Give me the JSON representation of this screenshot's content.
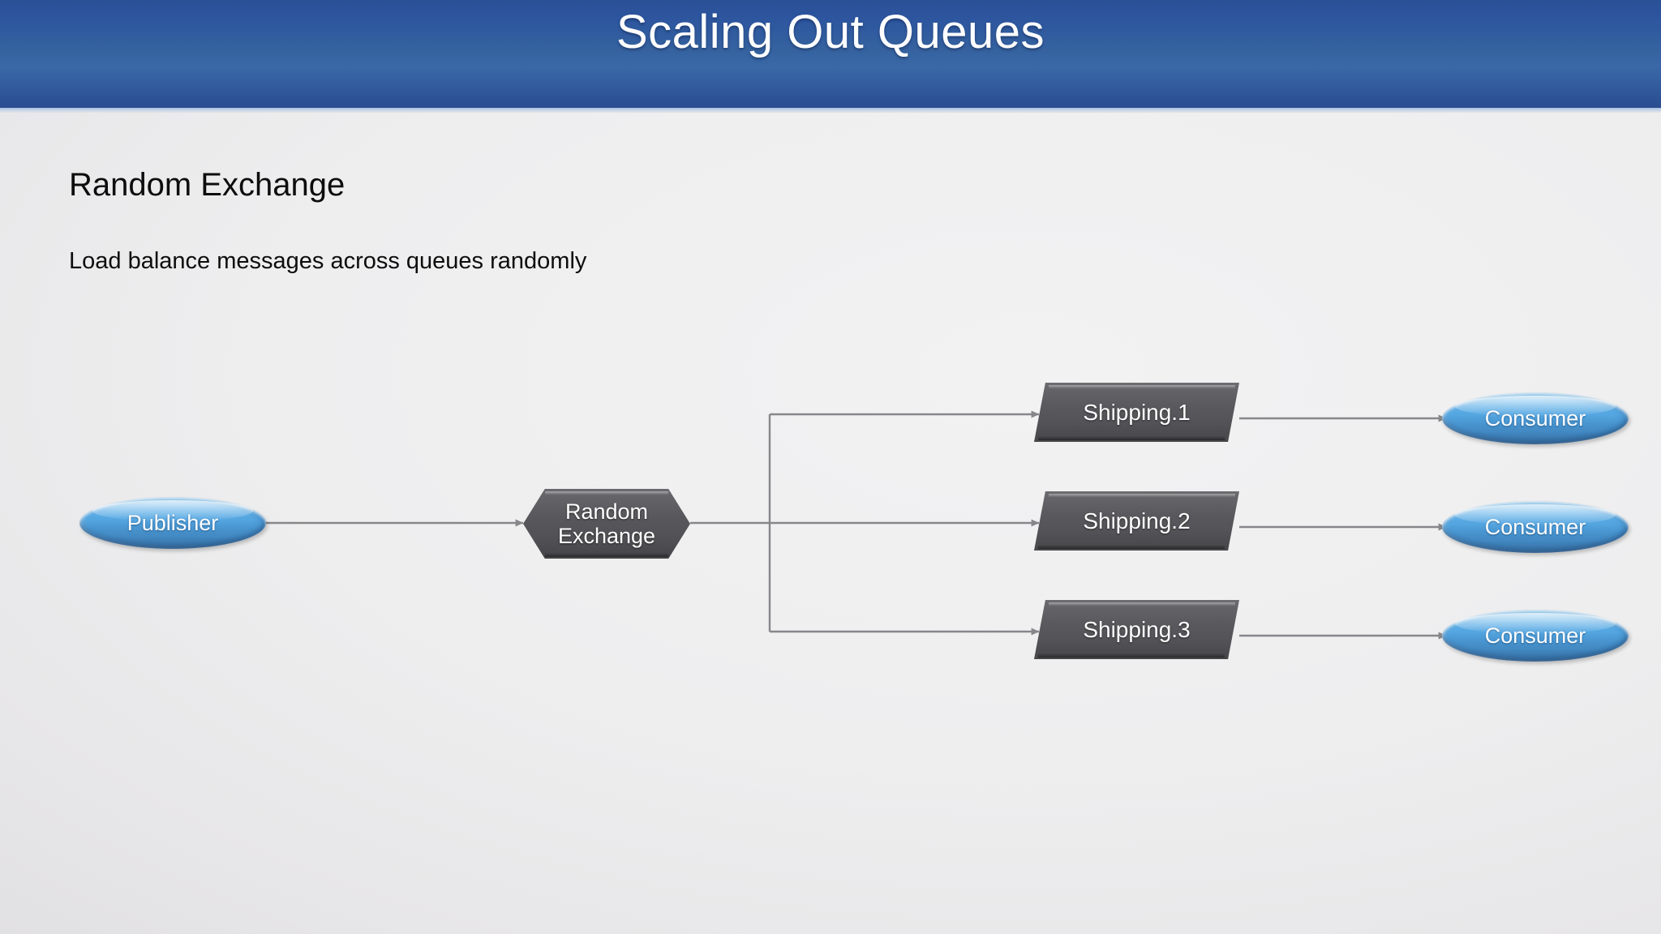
{
  "slide": {
    "title": "Scaling Out Queues",
    "heading": "Random Exchange",
    "subheading": "Load balance messages across queues randomly"
  },
  "colors": {
    "banner_blue": "#35629f",
    "banner_blue_dark": "#294d8f",
    "node_blue": "#55a7e2",
    "node_dark_gray": "#58585c",
    "connector_gray": "#7f7f83",
    "background_gray": "#e7e6e8",
    "text_dark": "#0d0d0d",
    "text_light": "#ffffff"
  },
  "diagram": {
    "publisher": {
      "label": "Publisher",
      "shape": "ellipse"
    },
    "exchange": {
      "label_line1": "Random",
      "label_line2": "Exchange",
      "shape": "hexagon"
    },
    "queues": [
      {
        "label": "Shipping.1",
        "shape": "parallelogram"
      },
      {
        "label": "Shipping.2",
        "shape": "parallelogram"
      },
      {
        "label": "Shipping.3",
        "shape": "parallelogram"
      }
    ],
    "consumers": [
      {
        "label": "Consumer",
        "shape": "ellipse"
      },
      {
        "label": "Consumer",
        "shape": "ellipse"
      },
      {
        "label": "Consumer",
        "shape": "ellipse"
      }
    ]
  }
}
